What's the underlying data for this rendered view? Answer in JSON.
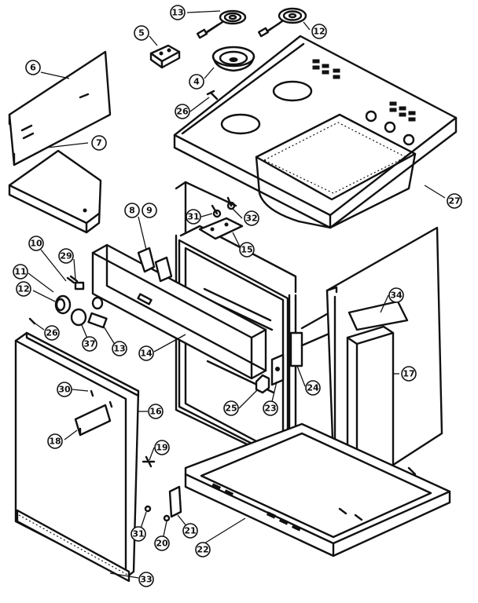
{
  "diagram": {
    "callouts": [
      "13",
      "12",
      "5",
      "6",
      "4",
      "26",
      "7",
      "27",
      "8",
      "9",
      "31",
      "32",
      "15",
      "10",
      "29",
      "11",
      "12",
      "34",
      "26",
      "37",
      "13",
      "14",
      "24",
      "17",
      "30",
      "16",
      "25",
      "23",
      "18",
      "19",
      "20",
      "21",
      "22",
      "31",
      "33"
    ]
  }
}
